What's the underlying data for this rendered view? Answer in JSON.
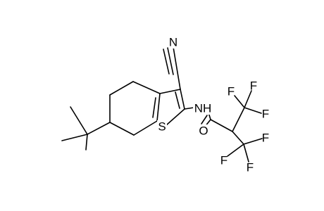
{
  "molecule": {
    "atoms": [
      {
        "id": "N_nitrile",
        "label": "N"
      },
      {
        "id": "N_amide",
        "label": "NH"
      },
      {
        "id": "S_ring",
        "label": "S"
      },
      {
        "id": "O_carbonyl",
        "label": "O"
      },
      {
        "id": "F1",
        "label": "F"
      },
      {
        "id": "F2",
        "label": "F"
      },
      {
        "id": "F3",
        "label": "F"
      },
      {
        "id": "F4",
        "label": "F"
      },
      {
        "id": "F5",
        "label": "F"
      },
      {
        "id": "F6",
        "label": "F"
      }
    ]
  },
  "colors": {
    "bond": "#000000",
    "text": "#000000",
    "background": "#ffffff"
  }
}
